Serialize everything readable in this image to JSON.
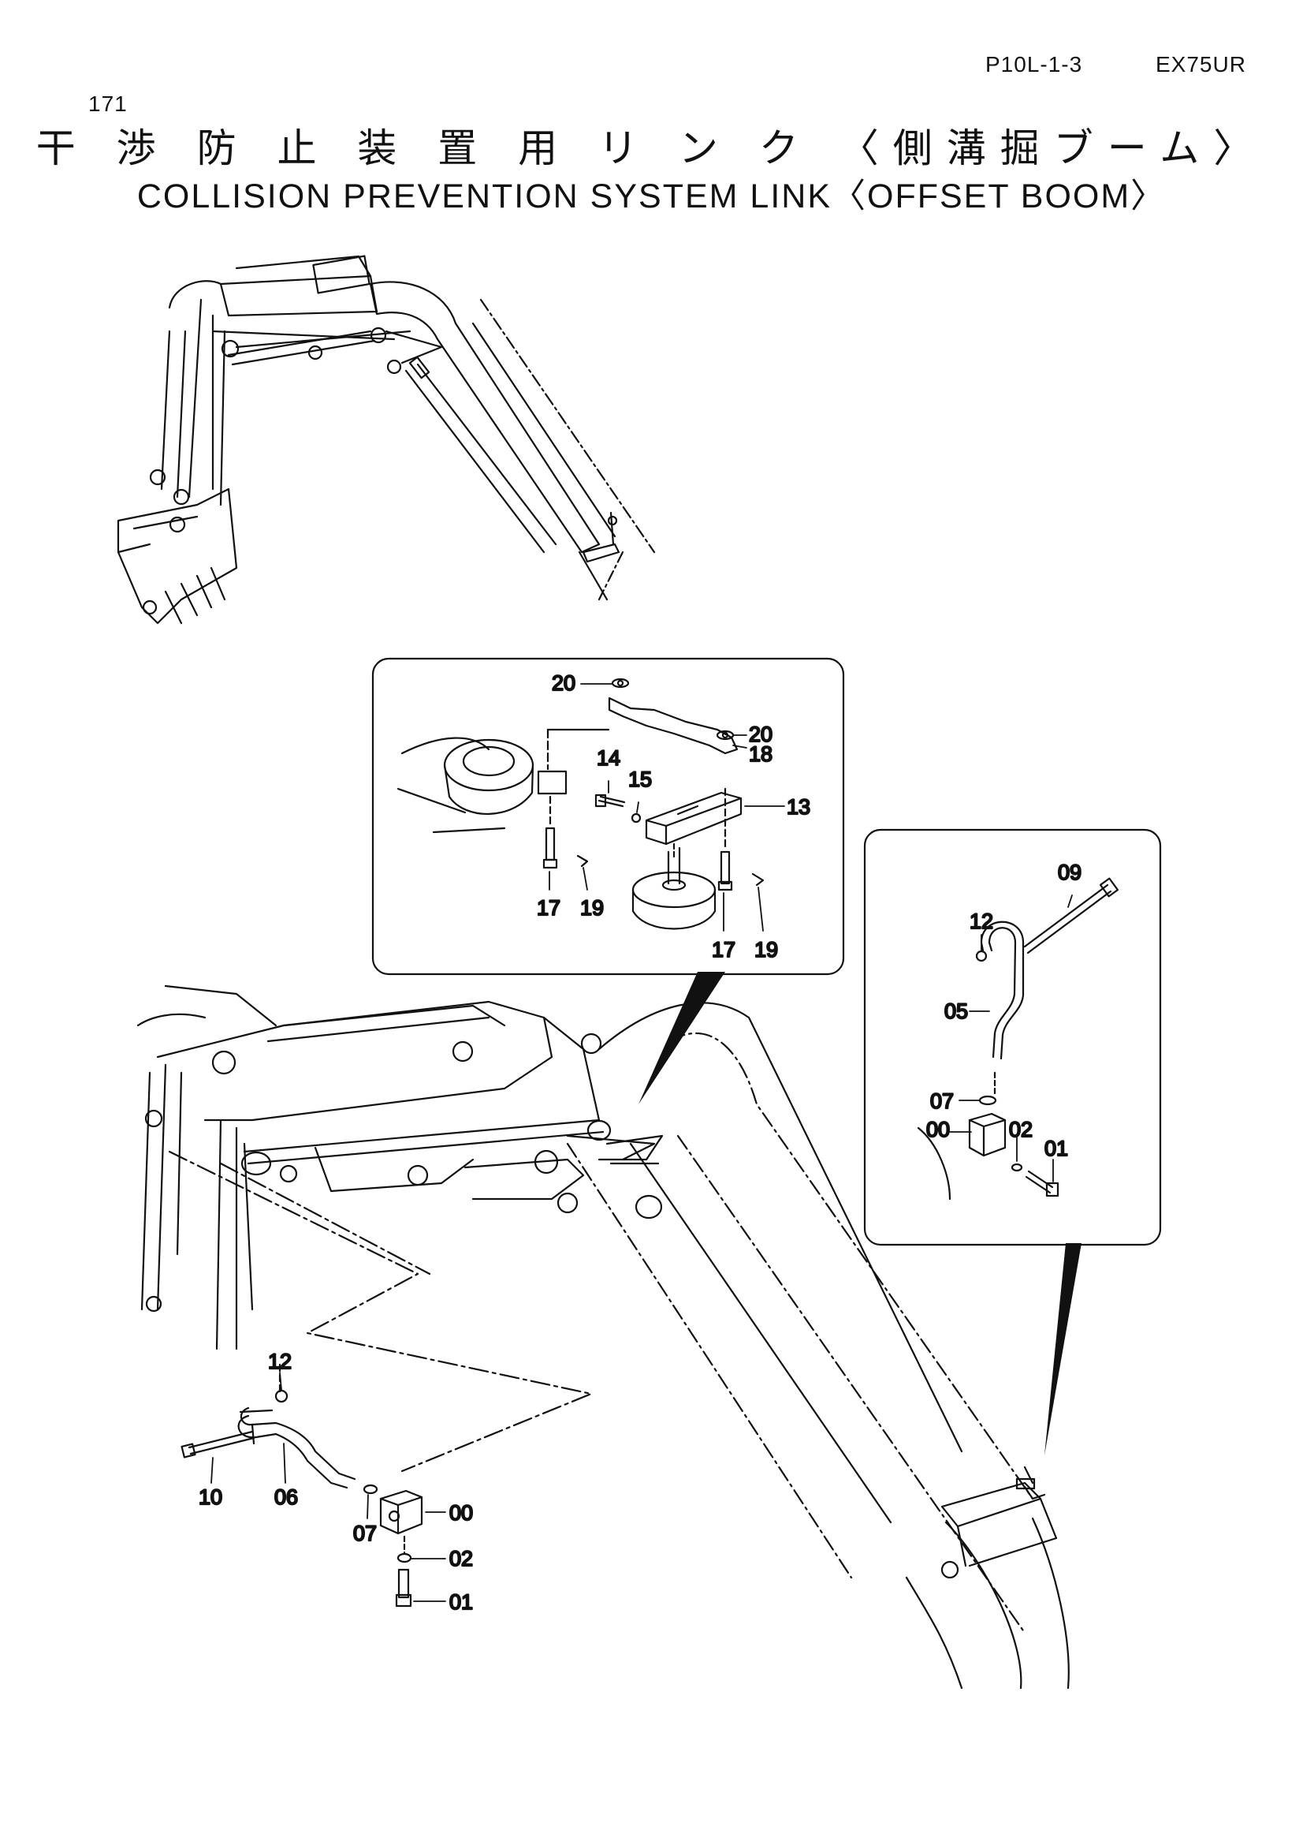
{
  "header": {
    "page_number": "171",
    "page_code": "P10L-1-3",
    "model": "EX75UR"
  },
  "title": {
    "japanese": "干 渉 防 止 装 置 用 リ ン ク 〈側溝掘ブーム〉",
    "english": "COLLISION PREVENTION SYSTEM LINK〈OFFSET BOOM〉"
  },
  "callouts": {
    "inset_top": [
      "20",
      "20",
      "18",
      "14",
      "15",
      "13",
      "17",
      "19",
      "17",
      "19"
    ],
    "inset_right": [
      "09",
      "12",
      "05",
      "07",
      "00",
      "02",
      "01"
    ],
    "main": [
      "12",
      "10",
      "06",
      "07",
      "00",
      "02",
      "01"
    ]
  }
}
